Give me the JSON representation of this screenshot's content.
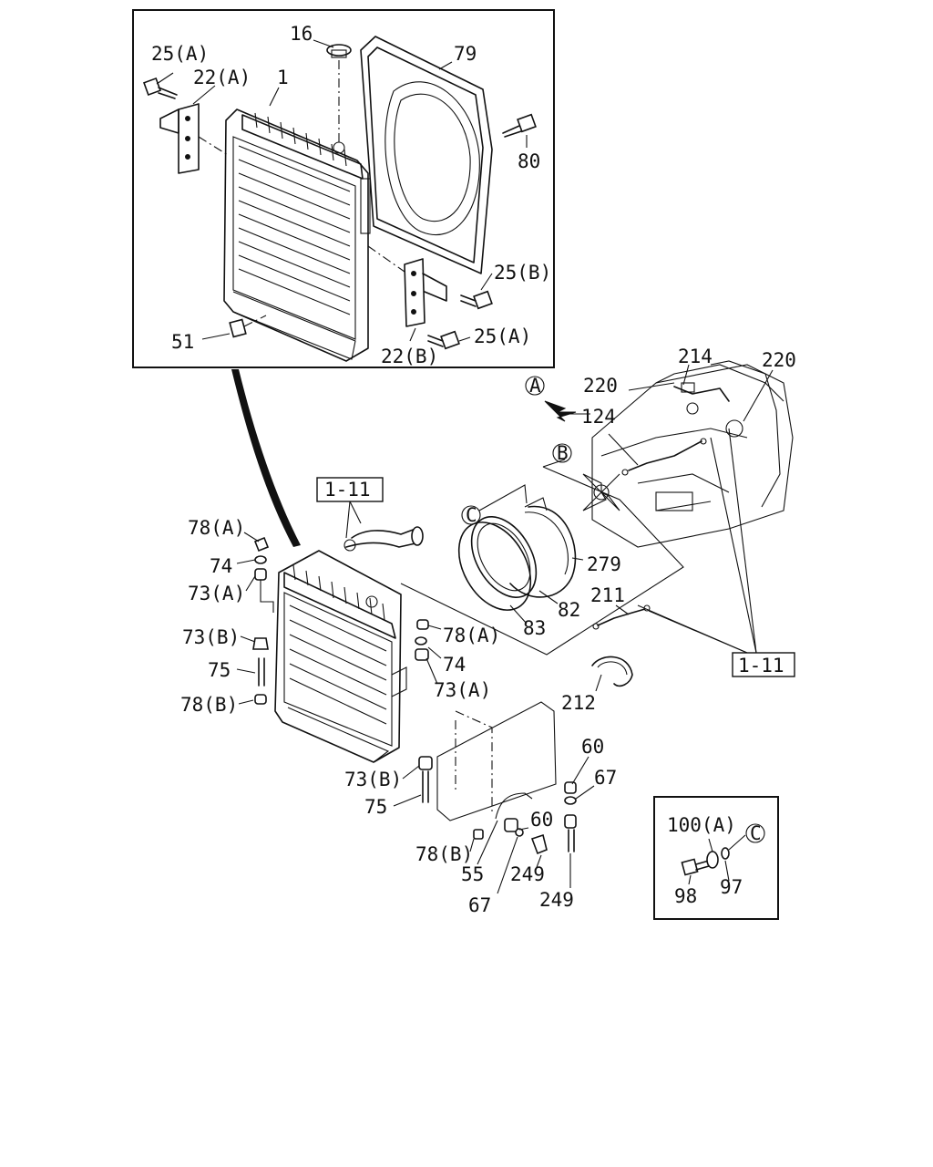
{
  "diagram": {
    "upper_inset": {
      "callouts": [
        "16",
        "79",
        "25(A)",
        "22(A)",
        "1",
        "80",
        "25(B)",
        "25(A)",
        "22(B)",
        "51"
      ]
    },
    "main": {
      "view_markers": [
        "A",
        "B",
        "C"
      ],
      "reference_boxes": [
        "1-11",
        "1-11"
      ],
      "callouts": [
        "214",
        "220",
        "220",
        "124",
        "279",
        "82",
        "83",
        "211",
        "212",
        "78(A)",
        "74",
        "73(A)",
        "73(B)",
        "75",
        "78(B)",
        "78(A)",
        "74",
        "73(A)",
        "73(B)",
        "75",
        "78(B)",
        "60",
        "67",
        "60",
        "55",
        "249",
        "67",
        "249"
      ]
    },
    "detail_c_inset": {
      "callouts": [
        "100(A)",
        "C",
        "98",
        "97"
      ]
    }
  }
}
